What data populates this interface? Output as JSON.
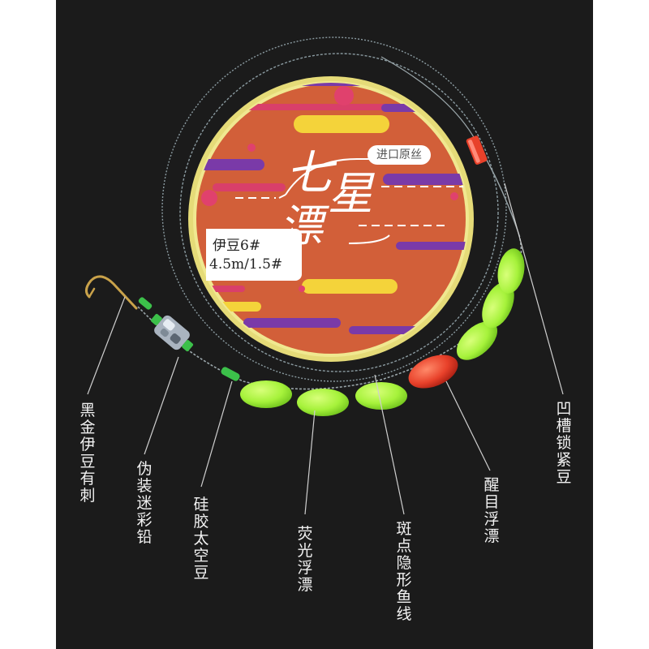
{
  "spool": {
    "title_char_1": "七",
    "title_char_2": "星",
    "title_char_3": "漂",
    "badge": "进口原丝",
    "spec_line_1": "伊豆6#",
    "spec_line_2": "4.5m/1.5#"
  },
  "callouts": {
    "hook": "黑金伊豆有刺",
    "weight": "伪装迷彩铅",
    "silicone": "硅胶太空豆",
    "fluorescent": "荧光浮漂",
    "line": "斑点隐形鱼线",
    "eye_float": "醒目浮漂",
    "lock_bean": "凹槽锁紧豆"
  },
  "colors": {
    "background": "#1b1b1b",
    "spool_orange": "#d2603a",
    "spool_rim": "#e9e07a",
    "float_green": "#9ef23a",
    "float_red": "#e8412a"
  }
}
